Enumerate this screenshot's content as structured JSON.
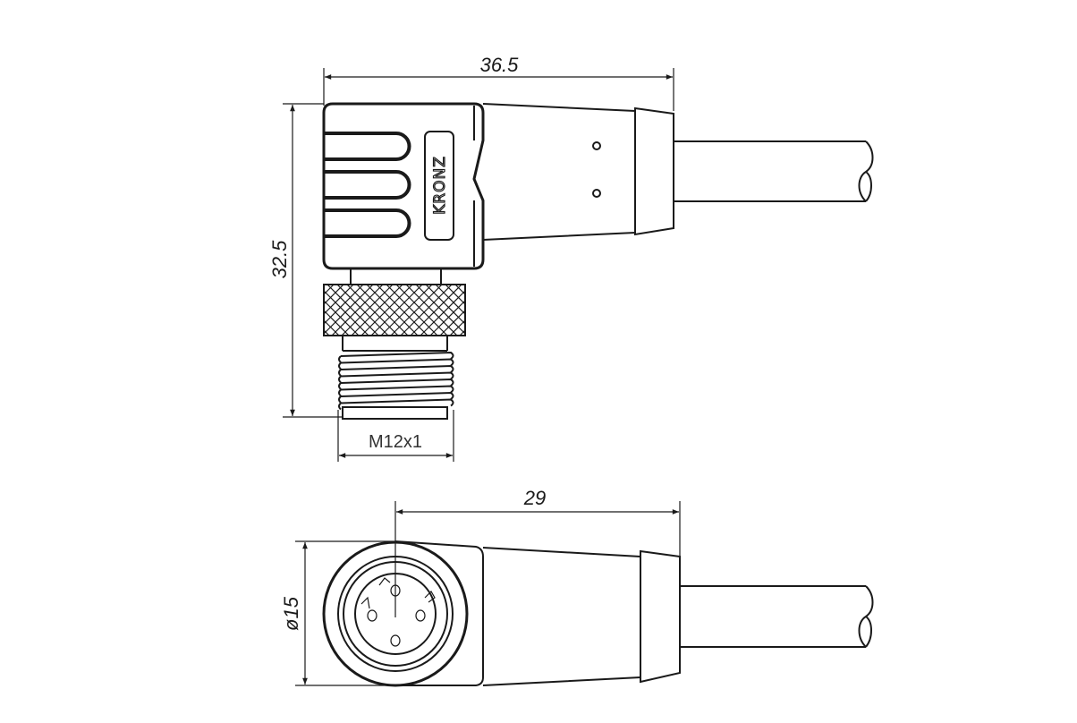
{
  "drawing": {
    "logo_text": "KRONZ",
    "side_view": {
      "width_dim": "36.5",
      "height_dim": "32.5",
      "thread_dim": "M12x1"
    },
    "front_view": {
      "length_dim": "29",
      "diameter_dim": "ø15"
    },
    "line_color": "#1a1a1a"
  }
}
